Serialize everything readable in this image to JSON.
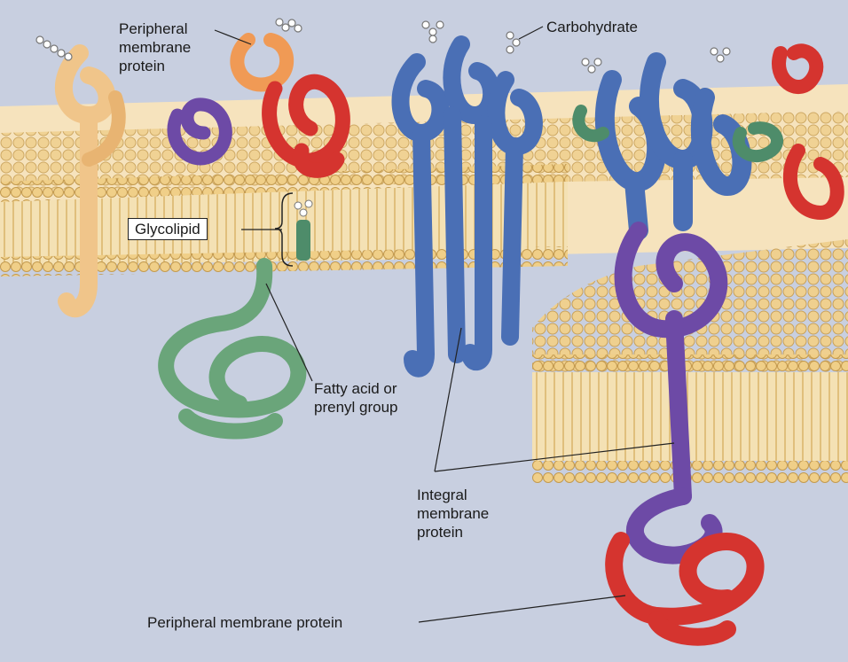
{
  "labels": {
    "peripheral_top": [
      "Peripheral",
      "membrane",
      "protein"
    ],
    "carbohydrate": "Carbohydrate",
    "glycolipid": "Glycolipid",
    "fatty_acid": [
      "Fatty acid or",
      "prenyl group"
    ],
    "integral": [
      "Integral",
      "membrane",
      "protein"
    ],
    "peripheral_bottom": "Peripheral membrane protein"
  },
  "colors": {
    "background": "#ffffff",
    "cytoplasm": "#c8cfe0",
    "outer_surface": "#f6e3bd",
    "lipid_head": "#efd08f",
    "lipid_tail": "#e9c677",
    "integral_blue": "#4a6fb5",
    "integral_purple": "#6d4aa6",
    "peripheral_red": "#d5342f",
    "peripheral_orange": "#f09a55",
    "tan_protein": "#f0c58a",
    "green_protein": "#6aa57a",
    "label_text": "#1a1a1a"
  }
}
